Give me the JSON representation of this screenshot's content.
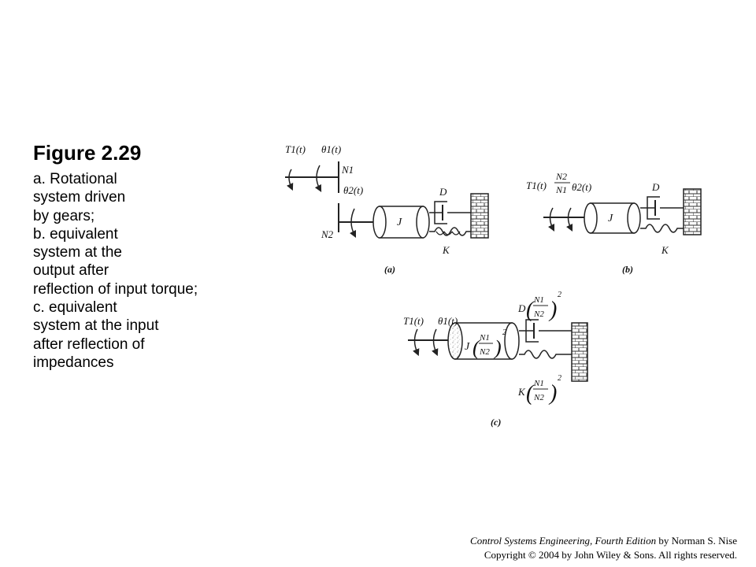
{
  "caption": {
    "title": "Figure 2.29",
    "lines": [
      {
        "marker": "",
        "text": "a. Rotational"
      },
      {
        "marker": "",
        "text": "system driven"
      },
      {
        "marker": "",
        "text": "by gears;"
      },
      {
        "marker": "",
        "text": "b. equivalent"
      },
      {
        "marker": "",
        "text": "system at the"
      },
      {
        "marker": "",
        "text": "output after"
      },
      {
        "marker": "",
        "text": "reflection of input torque;"
      },
      {
        "marker": "",
        "text": "c. equivalent"
      },
      {
        "marker": "",
        "text": "system at the input"
      },
      {
        "marker": "",
        "text": "after reflection of"
      },
      {
        "marker": "",
        "text": "impedances"
      }
    ]
  },
  "diagram_a": {
    "label": "(a)",
    "torque": "T1(t)",
    "angle_in": "θ1(t)",
    "angle_out": "θ2(t)",
    "gear_in": "N1",
    "gear_out": "N2",
    "inertia": "J",
    "damper": "D",
    "spring": "K"
  },
  "diagram_b": {
    "label": "(b)",
    "torque": "T1(t)",
    "ratio_num": "N2",
    "ratio_den": "N1",
    "angle": "θ2(t)",
    "inertia": "J",
    "damper": "D",
    "spring": "K"
  },
  "diagram_c": {
    "label": "(c)",
    "torque": "T1(t)",
    "angle": "θ1(t)",
    "inertia": "J",
    "damper": "D",
    "spring": "K",
    "ratio_num": "N1",
    "ratio_den": "N2",
    "exponent": "2"
  },
  "credit": {
    "book": "Control Systems Engineering, Fourth Edition",
    "author": " by Norman S. Nise",
    "copyright": "Copyright © 2004 by John Wiley & Sons. All rights reserved."
  }
}
